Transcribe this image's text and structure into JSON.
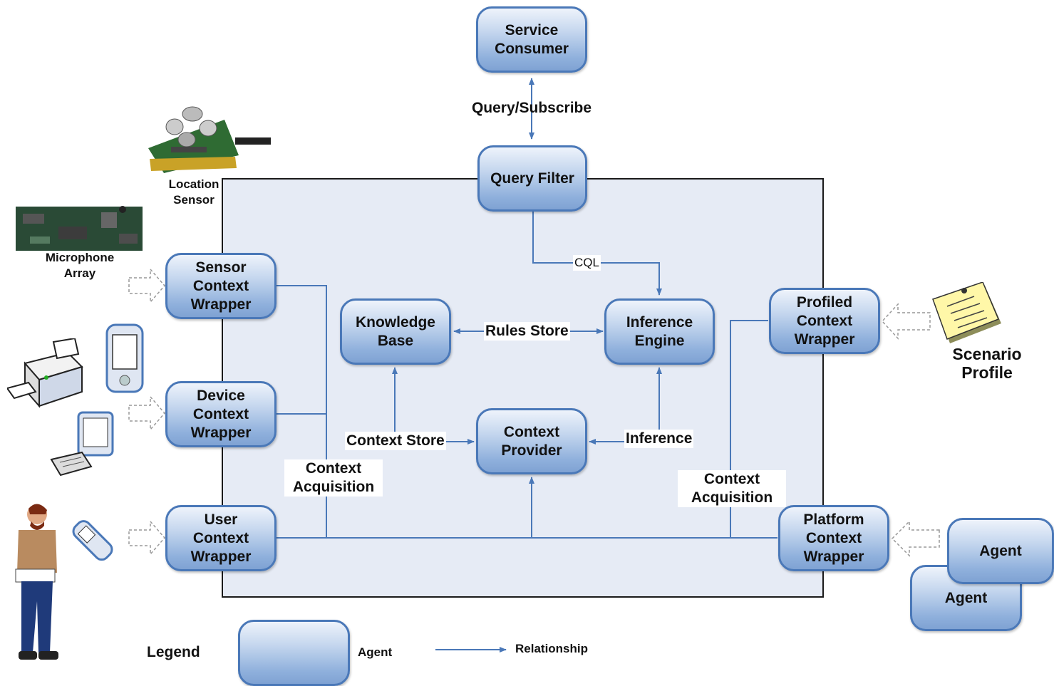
{
  "agents": {
    "service_consumer": "Service\nConsumer",
    "query_filter": "Query Filter",
    "sensor_wrapper": "Sensor\nContext\nWrapper",
    "device_wrapper": "Device\nContext\nWrapper",
    "user_wrapper": "User\nContext\nWrapper",
    "knowledge_base": "Knowledge\nBase",
    "inference_engine": "Inference\nEngine",
    "context_provider": "Context\nProvider",
    "profiled_wrapper": "Profiled\nContext\nWrapper",
    "platform_wrapper": "Platform\nContext\nWrapper",
    "agent_back": "Agent",
    "agent_front": "Agent"
  },
  "labels": {
    "query_subscribe": "Query/Subscribe",
    "cql": "CQL",
    "rules_store": "Rules Store",
    "context_store": "Context Store",
    "inference": "Inference",
    "context_acquisition_left": "Context\nAcquisition",
    "context_acquisition_right": "Context\nAcquisition",
    "location_sensor": "Location\nSensor",
    "microphone_array": "Microphone\nArray",
    "scenario_profile": "Scenario\nProfile"
  },
  "legend": {
    "title": "Legend",
    "agent_label": "Agent",
    "relationship_label": "Relationship"
  },
  "icons": {
    "location_sensor": "sensor-board-icon",
    "microphone_array": "circuit-board-icon",
    "printer": "printer-icon",
    "pda": "pda-icon",
    "computer": "computer-icon",
    "user": "person-icon",
    "phone": "mobile-phone-icon",
    "scenario": "sticky-note-icon"
  },
  "colors": {
    "agent_border": "#4a78b8",
    "connector": "#4a78b8",
    "panel_fill": "#e6ebf5"
  }
}
